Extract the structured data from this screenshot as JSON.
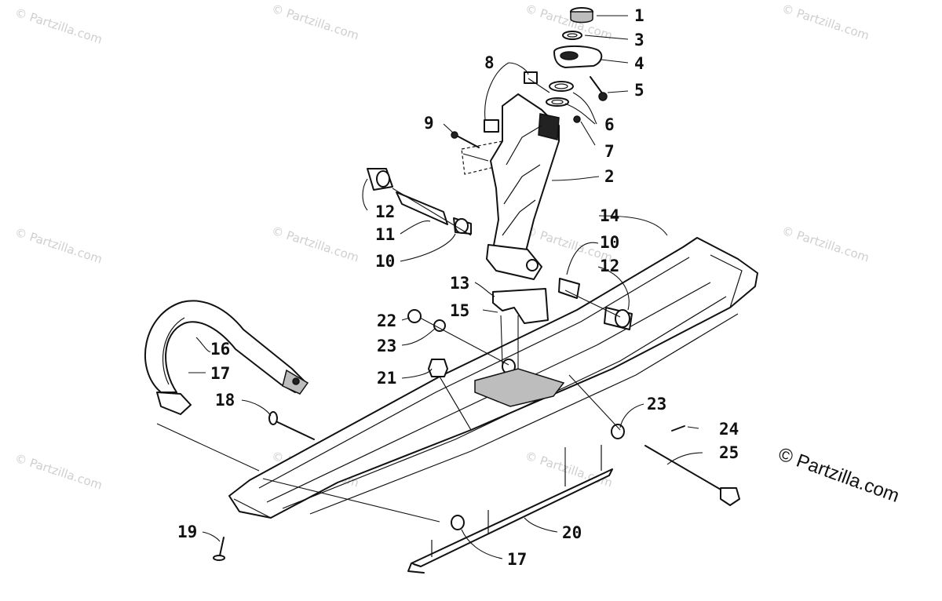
{
  "watermark": {
    "text": "© Partzilla.com"
  },
  "copyright": {
    "text": "© Partzilla.com"
  },
  "callouts": [
    {
      "label": "1"
    },
    {
      "label": "3"
    },
    {
      "label": "4"
    },
    {
      "label": "5"
    },
    {
      "label": "8"
    },
    {
      "label": "6"
    },
    {
      "label": "9"
    },
    {
      "label": "7"
    },
    {
      "label": "2"
    },
    {
      "label": "14"
    },
    {
      "label": "12"
    },
    {
      "label": "11"
    },
    {
      "label": "10"
    },
    {
      "label": "10"
    },
    {
      "label": "12"
    },
    {
      "label": "13"
    },
    {
      "label": "15"
    },
    {
      "label": "22"
    },
    {
      "label": "23"
    },
    {
      "label": "16"
    },
    {
      "label": "17"
    },
    {
      "label": "21"
    },
    {
      "label": "18"
    },
    {
      "label": "23"
    },
    {
      "label": "24"
    },
    {
      "label": "25"
    },
    {
      "label": "19"
    },
    {
      "label": "20"
    },
    {
      "label": "17"
    }
  ]
}
